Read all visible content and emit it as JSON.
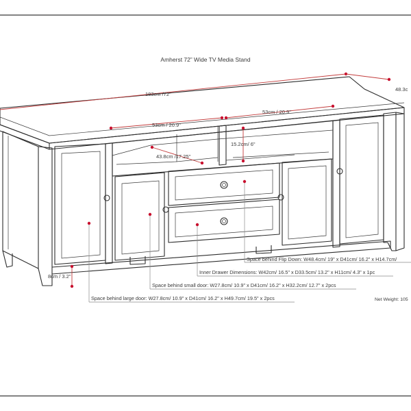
{
  "title": "Amherst 72” Wide TV Media Stand",
  "net_weight": "Net Weight: 105",
  "colors": {
    "frame": "#5a5a5a",
    "dimension": "#c8102e",
    "leader": "#8a8a8a",
    "outline": "#2c2c2c"
  },
  "dimensions": {
    "width": "183cm /72\"",
    "depth": "48.3c",
    "top_left_opening": "53cm / 20.9\"",
    "top_right_opening": "53cm / 20.9\"",
    "shelf_height": "15.2cm/ 6\"",
    "shelf_depth": "43.8cm /17.25\"",
    "leg_height": "8cm / 3.2\""
  },
  "callouts": {
    "flip_down": "Space behind Flip Down: W48.4cm/ 19\" x D41cm/ 16.2\" x H14.7cm/",
    "drawer": "Inner Drawer Dimensions: W42cm/ 16.5\" x D33.5cm/ 13.2\" x H11cm/ 4.3\" x 1pc",
    "small_door": "Space behind small door: W27.8cm/ 10.9\" x D41cm/ 16.2\" x H32.2cm/ 12.7\" x 2pcs",
    "large_door": "Space behind large door: W27.8cm/ 10.9\" x D41cm/ 16.2\" x H49.7cm/ 19.5\" x 2pcs"
  }
}
